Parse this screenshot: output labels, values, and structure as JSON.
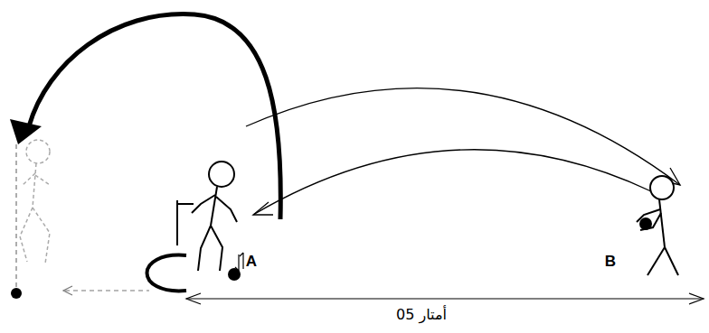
{
  "diagram": {
    "labels": [
      "A",
      "B",
      "05 أمتار"
    ]
  }
}
